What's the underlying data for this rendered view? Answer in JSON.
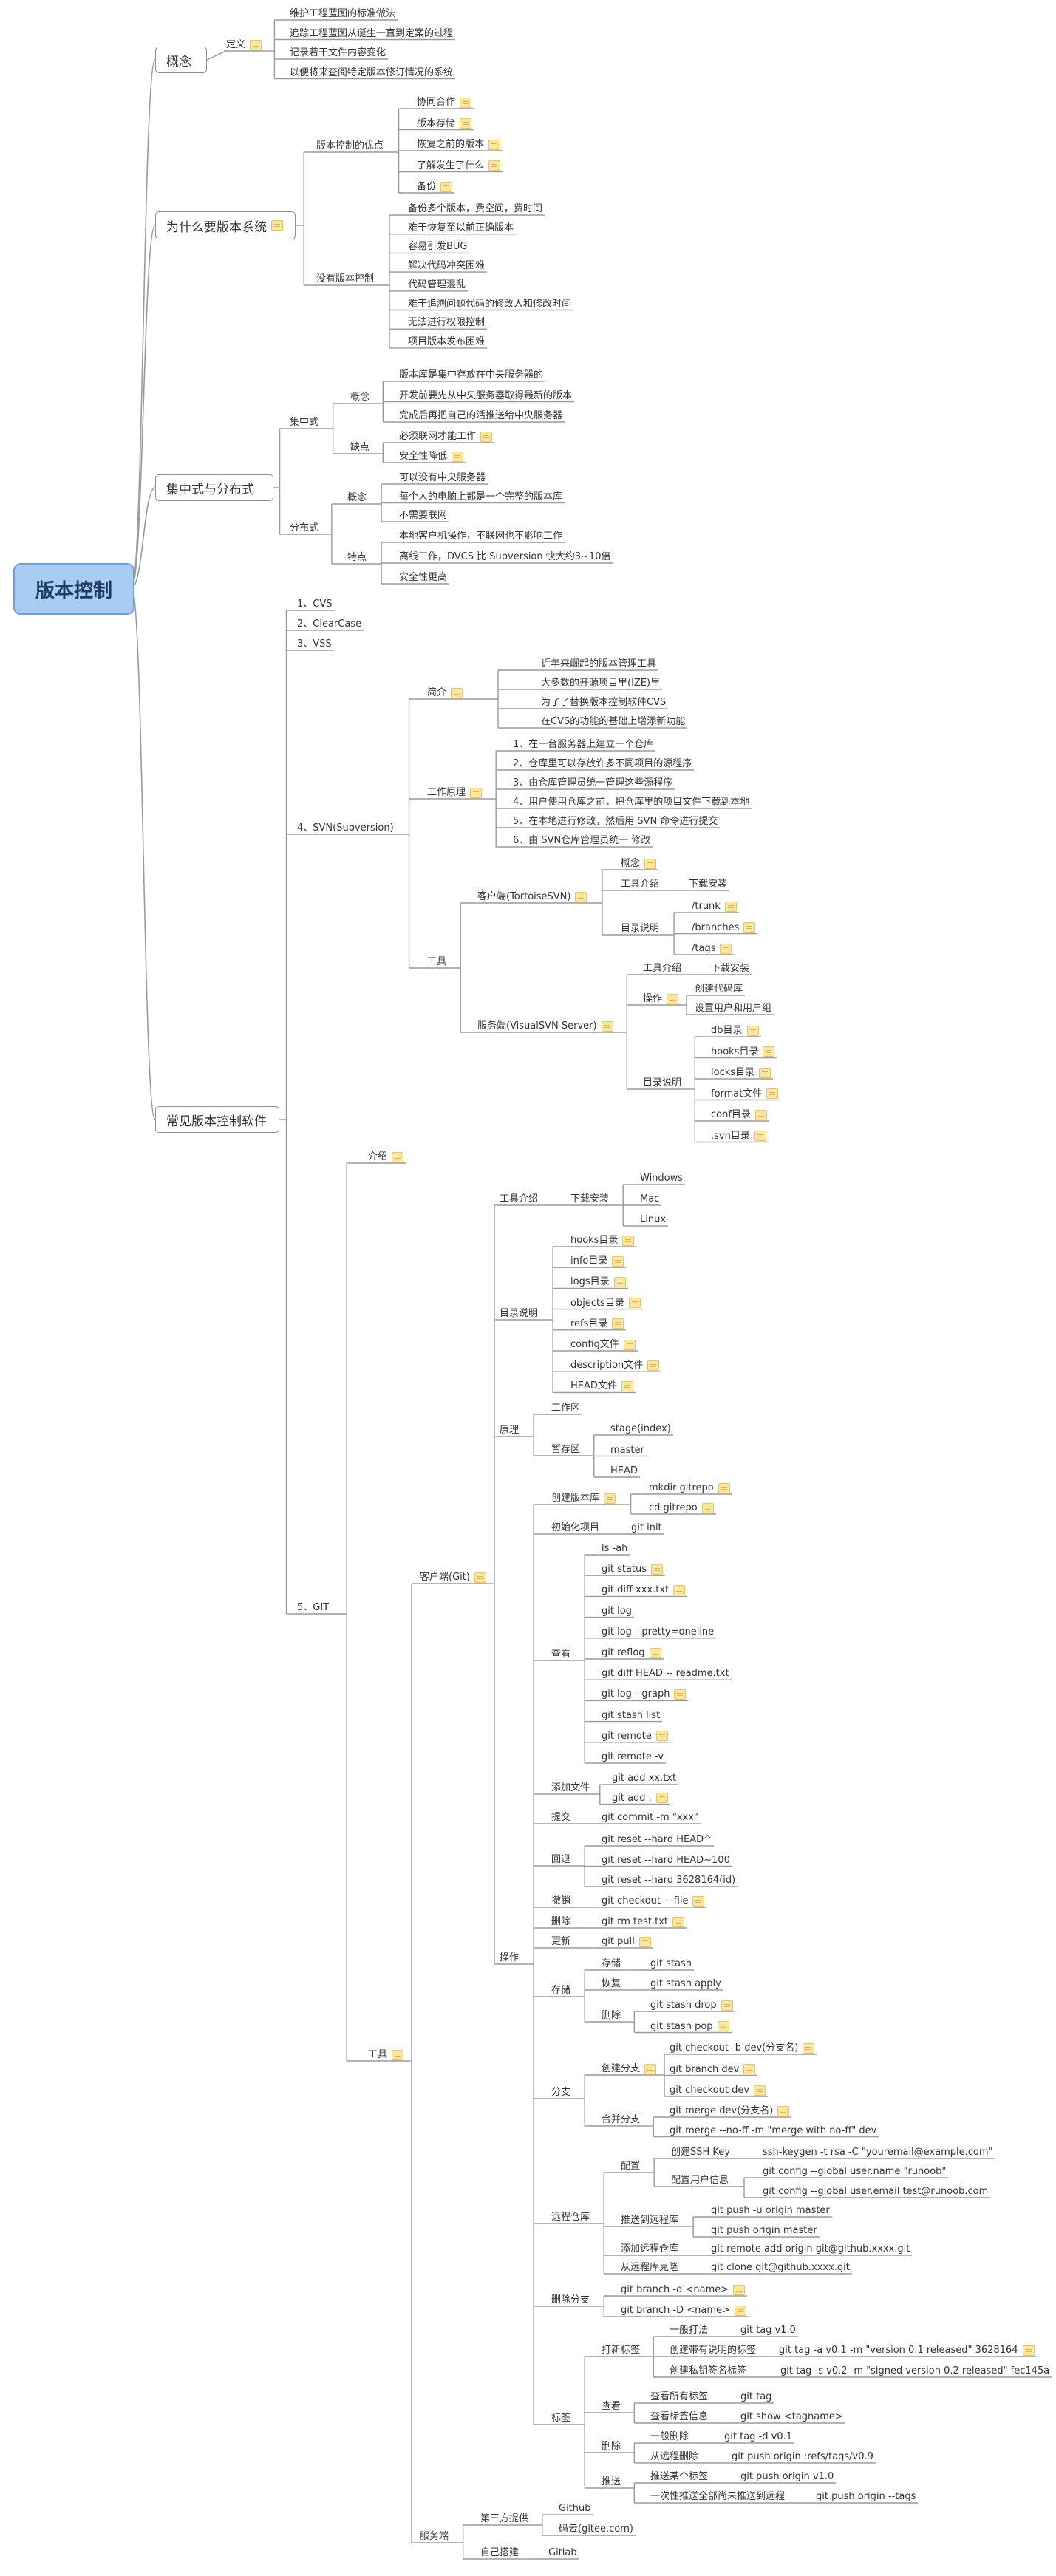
{
  "root": "版本控制",
  "sec_concept": {
    "title": "概念",
    "def": "定义",
    "items": [
      "维护工程蓝图的标准做法",
      "追踪工程蓝图从诞生一直到定案的过程",
      "记录若干文件内容变化",
      "以便将来查阅特定版本修订情况的系统"
    ]
  },
  "sec_why": {
    "title": "为什么要版本系统",
    "adv_label": "版本控制的优点",
    "adv": [
      "协同合作",
      "版本存储",
      "恢复之前的版本",
      "了解发生了什么",
      "备份"
    ],
    "no_label": "没有版本控制",
    "no": [
      "备份多个版本，费空间，费时间",
      "难于恢复至以前正确版本",
      "容易引发BUG",
      "解决代码冲突困难",
      "代码管理混乱",
      "难于追溯问题代码的修改人和修改时间",
      "无法进行权限控制",
      "项目版本发布困难"
    ]
  },
  "sec_cd": {
    "title": "集中式与分布式",
    "central": "集中式",
    "concept": "概念",
    "c_items": [
      "版本库是集中存放在中央服务器的",
      "开发前要先从中央服务器取得最新的版本",
      "完成后再把自己的活推送给中央服务器"
    ],
    "shortcoming": "缺点",
    "c_short": [
      "必须联网才能工作",
      "安全性降低"
    ],
    "dist": "分布式",
    "d_concept": "概念",
    "d_items": [
      "可以没有中央服务器",
      "每个人的电脑上都是一个完整的版本库",
      "不需要联网"
    ],
    "feature": "特点",
    "d_feat": [
      "本地客户机操作，不联网也不影响工作",
      "离线工作，DVCS 比 Subversion 快大约3~10倍",
      "安全性更高"
    ]
  },
  "sec_common": {
    "title": "常见版本控制软件",
    "list": [
      "1、CVS",
      "2、ClearCase",
      "3、VSS",
      "4、SVN(Subversion)",
      "5、GIT"
    ]
  },
  "svn": {
    "intro": "简介",
    "intro_items": [
      "近年来崛起的版本管理工具",
      "大多数的开源项目里(IZE)里",
      "为了了替换版本控制软件CVS",
      "在CVS的功能的基础上增添新功能"
    ],
    "flow": "工作原理",
    "flow_items": [
      "1、在一台服务器上建立一个仓库",
      "2、仓库里可以存放许多不同项目的源程序",
      "3、由仓库管理员统一管理这些源程序",
      "4、用户使用仓库之前，把仓库里的项目文件下载到本地",
      "5、在本地进行修改，然后用 SVN 命令进行提交",
      "6、由 SVN仓库管理员统一 修改"
    ],
    "tools": "工具",
    "client": "客户端(TortoiseSVN)",
    "concept": "概念",
    "tool_intro": "工具介绍",
    "download": "下载安装",
    "dir": "目录说明",
    "dirs": [
      "/trunk",
      "/branches",
      "/tags"
    ],
    "server": "服务端(VisualSVN Server)",
    "s_tool_intro": "工具介绍",
    "s_download": "下载安装",
    "op": "操作",
    "ops": [
      "创建代码库",
      "设置用户和用户组"
    ],
    "s_dir": "目录说明",
    "s_dirs": [
      "db目录",
      "hooks目录",
      "locks目录",
      "format文件",
      "conf目录",
      ".svn目录"
    ]
  },
  "git": {
    "intro": "介绍",
    "tools": "工具",
    "client": "客户端(Git)",
    "tool_intro": "工具介绍",
    "download": "下载安装",
    "os": [
      "Windows",
      "Mac",
      "Linux"
    ],
    "dir": "目录说明",
    "dirs": [
      "hooks目录",
      "info目录",
      "logs目录",
      "objects目录",
      "refs目录",
      "config文件",
      "description文件",
      "HEAD文件"
    ],
    "principle": "原理",
    "workspace": "工作区",
    "staging": "暂存区",
    "stage_items": [
      "stage(index)",
      "master",
      "HEAD"
    ],
    "op": "操作",
    "create_repo": "创建版本库",
    "create_items": [
      "mkdir gitrepo",
      "cd gitrepo"
    ],
    "init": "初始化项目",
    "init_cmd": "git init",
    "view": "查看",
    "view_items": [
      "ls -ah",
      "git status",
      "git diff xxx.txt",
      "git log",
      "git log --pretty=oneline",
      "git reflog",
      "git diff HEAD -- readme.txt",
      "git log --graph",
      "git stash list",
      "git remote",
      "git remote -v"
    ],
    "add": "添加文件",
    "add_items": [
      "git add xx.txt",
      "git add ."
    ],
    "commit": "提交",
    "commit_cmd": "git commit -m \"xxx\"",
    "reset": "回退",
    "reset_items": [
      "git reset --hard HEAD^",
      "git reset --hard HEAD~100",
      "git reset --hard 3628164(id)"
    ],
    "undo": "撤销",
    "undo_cmd": "git checkout -- file",
    "del": "删除",
    "del_cmd": "git rm test.txt",
    "update": "更新",
    "update_cmd": "git pull",
    "stash": "存储",
    "stash_save": "存储",
    "stash_save_cmd": "git stash",
    "stash_restore": "恢复",
    "stash_restore_cmd": "git stash apply",
    "stash_del": "删除",
    "stash_del_items": [
      "git stash drop",
      "git stash pop"
    ],
    "branch": "分支",
    "create_branch": "创建分支",
    "create_branch_items": [
      "git checkout -b dev(分支名)",
      "git branch dev",
      "git checkout dev"
    ],
    "merge": "合并分支",
    "merge_items": [
      "git merge dev(分支名)",
      "git merge --no-ff -m \"merge with no-ff\" dev"
    ],
    "remote": "远程仓库",
    "config": "配置",
    "ssh": "创建SSH Key",
    "ssh_cmd": "ssh-keygen -t rsa -C \"youremail@example.com\"",
    "userinfo": "配置用户信息",
    "userinfo_items": [
      "git config --global user.name \"runoob\"",
      "git config --global user.email test@runoob.com"
    ],
    "push": "推送到远程库",
    "push_items": [
      "git push -u origin master",
      "git push origin master"
    ],
    "add_remote": "添加远程仓库",
    "add_remote_cmd": "git remote add origin git@github.xxxx.git",
    "clone": "从远程库克隆",
    "clone_cmd": "git clone git@github.xxxx.git",
    "del_branch": "删除分支",
    "del_branch_items": [
      "git branch -d <name>",
      "git branch -D <name>"
    ],
    "tag": "标签",
    "make_tag": "打新标签",
    "plain_tag": "一般打法",
    "plain_tag_cmd": "git tag v1.0",
    "annot_tag": "创建带有说明的标签",
    "annot_tag_cmd": "git tag -a v0.1 -m \"version 0.1 released\" 3628164",
    "signed_tag": "创建私钥签名标签",
    "signed_tag_cmd": "git tag -s v0.2 -m \"signed version 0.2 released\" fec145a",
    "view_tag": "查看",
    "all_tags": "查看所有标签",
    "all_tags_cmd": "git tag",
    "tag_info": "查看标签信息",
    "tag_info_cmd": "git show <tagname>",
    "del_tag": "删除",
    "del_local": "一般删除",
    "del_local_cmd": "git tag -d v0.1",
    "del_remote": "从远程删除",
    "del_remote_cmd": "git push origin :refs/tags/v0.9",
    "push_tag": "推送",
    "push_one": "推送某个标签",
    "push_one_cmd": "git push origin v1.0",
    "push_all": "一次性推送全部尚未推送到远程",
    "push_all_cmd": "git push origin --tags",
    "server": "服务端",
    "third": "第三方提供",
    "third_items": [
      "Github",
      "码云(gitee.com)"
    ],
    "self": "自己搭建",
    "self_items": [
      "Gitlab"
    ]
  },
  "colors": {
    "wire": "#9a9a9a",
    "root_fill": "#a9cdf2",
    "root_border": "#6d9fd6",
    "note": "#fbe7a1"
  }
}
